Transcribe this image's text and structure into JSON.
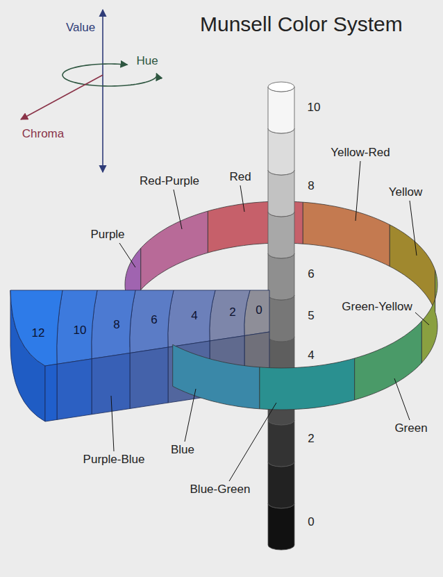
{
  "diagram": {
    "title": "Munsell Color System",
    "labels": [
      "Value",
      "Hue",
      "Chroma",
      "10",
      "8",
      "6",
      "5",
      "4",
      "2",
      "0",
      "12",
      "10",
      "8",
      "6",
      "4",
      "2",
      "0",
      "Red-Purple",
      "Red",
      "Yellow-Red",
      "Yellow",
      "Purple",
      "Green-Yellow",
      "Green",
      "Purple-Blue",
      "Blue",
      "Blue-Green"
    ]
  }
}
